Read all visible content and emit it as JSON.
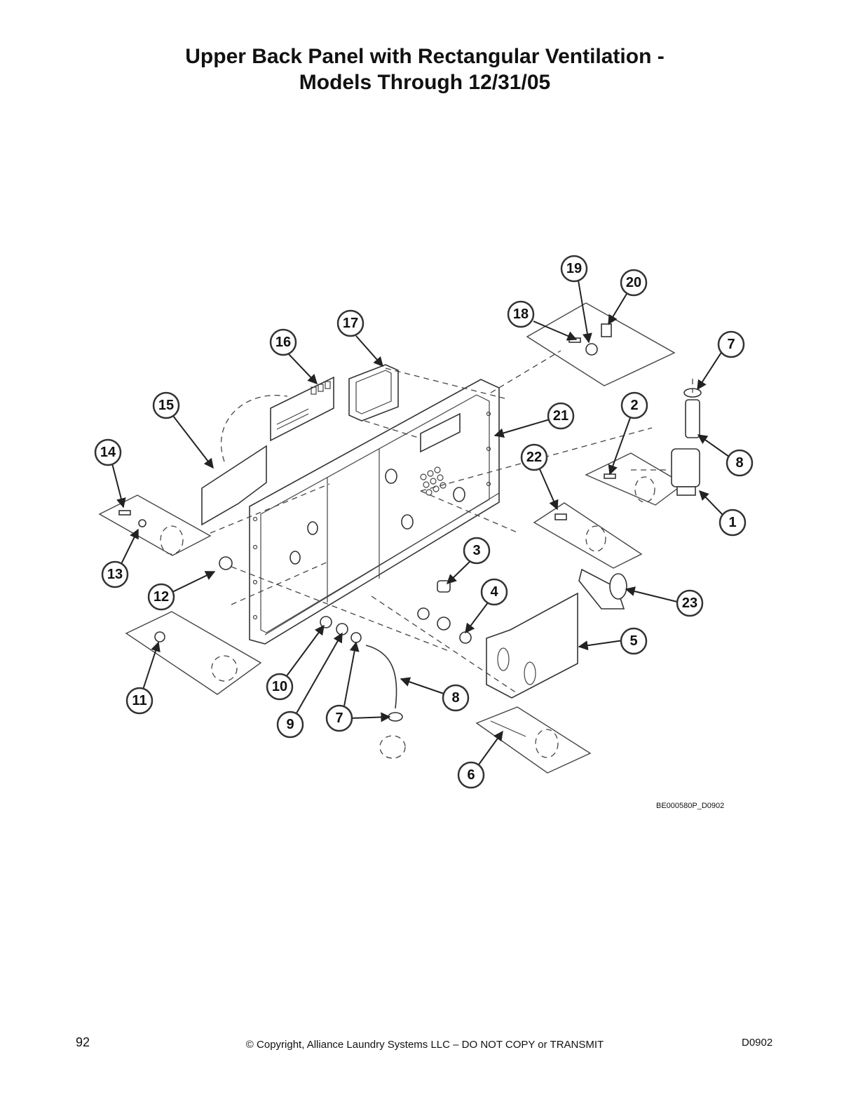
{
  "title": {
    "line1": "Upper Back Panel with Rectangular Ventilation -",
    "line2": "Models Through 12/31/05"
  },
  "callouts": [
    "1",
    "2",
    "3",
    "4",
    "5",
    "6",
    "7",
    "8",
    "9",
    "10",
    "11",
    "12",
    "13",
    "14",
    "15",
    "16",
    "17",
    "18",
    "19",
    "20",
    "21",
    "22",
    "23"
  ],
  "drawing_code": "BE000580P_D0902",
  "footer": {
    "page_number": "92",
    "copyright": "© Copyright, Alliance Laundry Systems LLC – DO NOT COPY or TRANSMIT",
    "doc_code": "D0902"
  }
}
